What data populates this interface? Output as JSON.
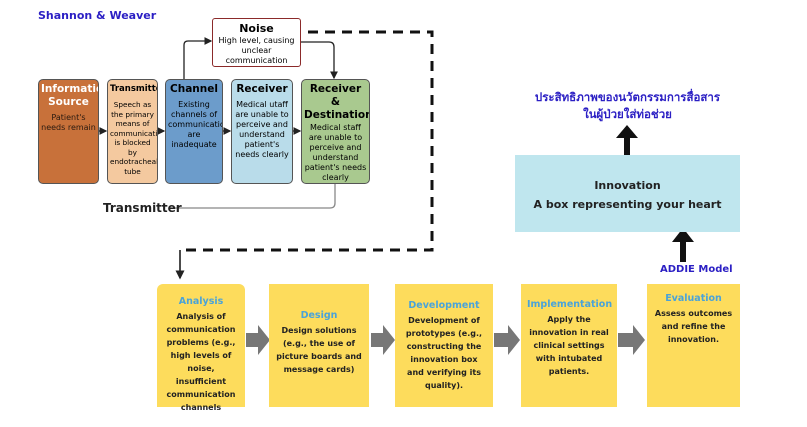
{
  "model_title": "Shannon & Weaver",
  "noise": {
    "title": "Noise",
    "desc": "High level, causing unclear communication"
  },
  "shannon_boxes": [
    {
      "title": "Information Source",
      "desc": "Patient's needs remain",
      "color": "#c8713a"
    },
    {
      "title": "Transmitter",
      "desc": "Speech as the primary means of communication is blocked by endotracheal tube",
      "color": "#f4c99f"
    },
    {
      "title": "Channel",
      "desc": "Existing channels of communication are inadequate",
      "color": "#6c9ccb"
    },
    {
      "title": "Receiver",
      "desc": "Medical utaff are unable to perceive and understand patient's needs clearly",
      "color": "#b9dcea"
    },
    {
      "title": "Receiver & Destination",
      "desc": "Medical staff are unable to perceive and understand patient's needs clearly",
      "color": "#a9c98f"
    }
  ],
  "feedback_label": "Transmitter",
  "addie_steps": [
    {
      "title": "Analysis",
      "desc": "Analysis of communication problems (e.g., high levels of noise, insufficient communication channels"
    },
    {
      "title": "Design",
      "desc": "Design solutions (e.g., the use of picture boards and message cards)"
    },
    {
      "title": "Development",
      "desc": "Development of prototypes (e.g., constructing the innovation box and verifying its quality)."
    },
    {
      "title": "Implementation",
      "desc": "Apply the innovation in real clinical settings with intubated patients."
    },
    {
      "title": "Evaluation",
      "desc": "Assess outcomes and refine the innovation."
    }
  ],
  "outcome": {
    "line1": "ประสิทธิภาพของนวัตกรรมการสื่อสาร",
    "line2": "ในผู้ป่วยใส่ท่อช่วย"
  },
  "innovation": {
    "title": "Innovation",
    "subtitle": "A box representing your heart"
  },
  "addie_label": "ADDIE Model",
  "colors": {
    "accent": "#2b1fc4",
    "step_bg": "#fddc5c",
    "step_title": "#4aa3d9",
    "innovation_bg": "#bfe6ee",
    "noise_border": "#8b2a2a"
  }
}
